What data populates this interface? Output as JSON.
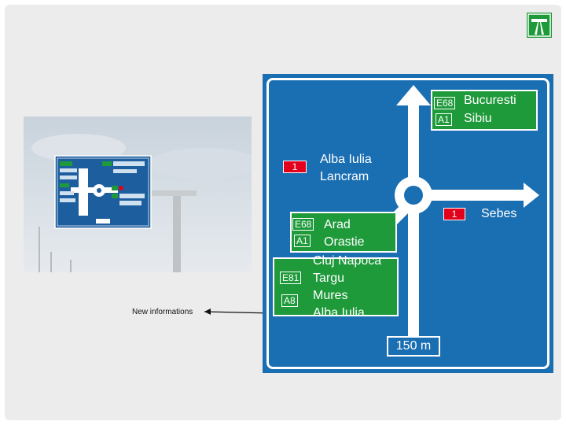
{
  "annotation": {
    "label": "New informations"
  },
  "sign": {
    "north": {
      "routes": [
        "E68",
        "A1"
      ],
      "destinations": [
        "Bucuresti",
        "Sibiu"
      ]
    },
    "exit_upper_left": {
      "route": "1",
      "destinations": [
        "Alba Iulia",
        "Lancram"
      ]
    },
    "east": {
      "route": "1",
      "destination": "Sebes"
    },
    "southwest": {
      "routes": [
        "E68",
        "A1"
      ],
      "destinations": [
        "Arad",
        "Orastie"
      ]
    },
    "new_panel": {
      "routes": [
        "E81",
        "A8"
      ],
      "destinations": [
        "Cluj Napoca",
        "Targu",
        "Mures",
        "Alba Iulia"
      ]
    },
    "distance": "150 m"
  },
  "colors": {
    "sign_blue": "#1a6fb3",
    "motorway_green": "#1f9a3b",
    "national_red": "#e3001b"
  },
  "icons": {
    "logo": "motorway-icon"
  }
}
